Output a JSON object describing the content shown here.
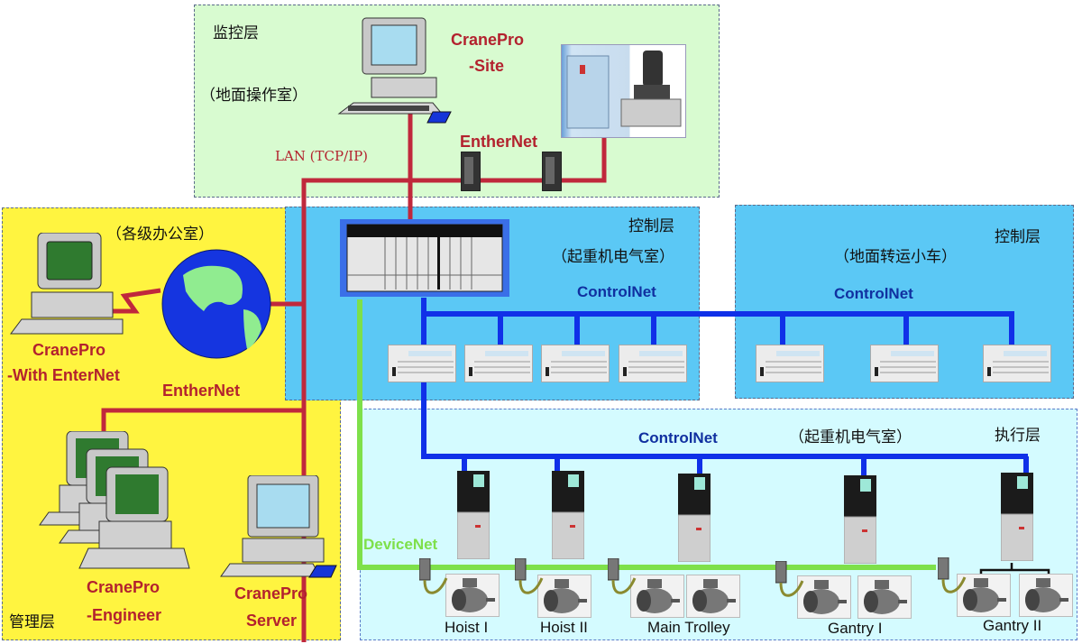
{
  "zones": {
    "monitor": {
      "title": "监控层",
      "location": "（地面操作室）",
      "color": "#d8fbd0"
    },
    "management": {
      "title": "管理层",
      "location": "（各级办公室）",
      "color": "#fff440"
    },
    "control_main": {
      "title": "控制层",
      "location": "（起重机电气室）",
      "color": "#5bc8f5"
    },
    "control_ground": {
      "title": "控制层",
      "location": "（地面转运小车）",
      "color": "#5bc8f5"
    },
    "execution": {
      "title": "执行层",
      "location": "（起重机电气室）",
      "color": "#d4fbff"
    }
  },
  "nodes": {
    "site_pc": {
      "line1": "CranePro",
      "line2": "-Site"
    },
    "internet_pc": {
      "line1": "CranePro",
      "line2": "-With EnterNet"
    },
    "engineer_pc": {
      "line1": "CranePro",
      "line2": "-Engineer"
    },
    "server_pc": {
      "line1": "CranePro",
      "line2": "Server"
    }
  },
  "networks": {
    "lan": "LAN (TCP/IP)",
    "ethernet_top": "EntherNet",
    "ethernet_mgmt": "EntherNet",
    "controlnet_main": "ControlNet",
    "controlnet_ground": "ControlNet",
    "controlnet_exec": "ControlNet",
    "devicenet": "DeviceNet"
  },
  "colors": {
    "ethernet": "#c0283c",
    "controlnet": "#1030e8",
    "devicenet": "#7ee04a"
  },
  "motors": [
    "Hoist I",
    "Hoist II",
    "Main Trolley",
    "Gantry I",
    "Gantry II"
  ]
}
